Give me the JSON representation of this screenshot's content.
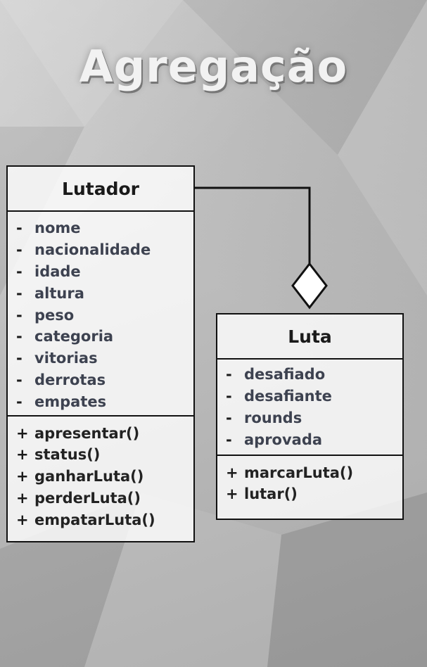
{
  "title": "Agregação",
  "classes": {
    "lutador": {
      "name": "Lutador",
      "attributes": [
        {
          "vis": "-",
          "name": "nome"
        },
        {
          "vis": "-",
          "name": "nacionalidade"
        },
        {
          "vis": "-",
          "name": "idade"
        },
        {
          "vis": "-",
          "name": "altura"
        },
        {
          "vis": "-",
          "name": "peso"
        },
        {
          "vis": "-",
          "name": "categoria"
        },
        {
          "vis": "-",
          "name": "vitorias"
        },
        {
          "vis": "-",
          "name": "derrotas"
        },
        {
          "vis": "-",
          "name": "empates"
        }
      ],
      "methods": [
        {
          "vis": "+",
          "name": "apresentar()"
        },
        {
          "vis": "+",
          "name": "status()"
        },
        {
          "vis": "+",
          "name": "ganharLuta()"
        },
        {
          "vis": "+",
          "name": "perderLuta()"
        },
        {
          "vis": "+",
          "name": "empatarLuta()"
        }
      ]
    },
    "luta": {
      "name": "Luta",
      "attributes": [
        {
          "vis": "-",
          "name": "desafiado"
        },
        {
          "vis": "-",
          "name": "desafiante"
        },
        {
          "vis": "-",
          "name": "rounds"
        },
        {
          "vis": "-",
          "name": "aprovada"
        }
      ],
      "methods": [
        {
          "vis": "+",
          "name": "marcarLuta()"
        },
        {
          "vis": "+",
          "name": "lutar()"
        }
      ]
    }
  },
  "relationship": {
    "type": "aggregation",
    "whole": "luta",
    "part": "lutador"
  }
}
